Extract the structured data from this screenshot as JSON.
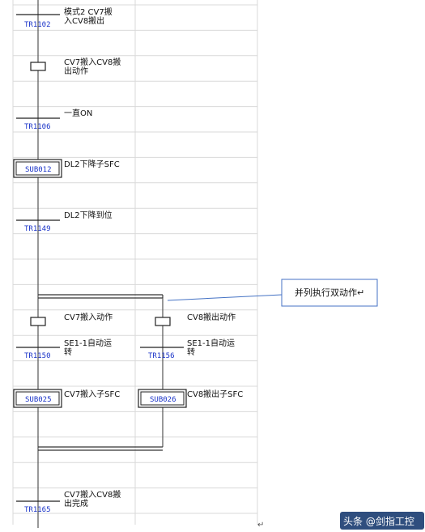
{
  "top_transition": {
    "id": "TR1102",
    "label_lines": [
      "模式2 CV7搬",
      "入CV8搬出"
    ]
  },
  "step1": {
    "label_lines": [
      "CV7搬入CV8搬",
      "出动作"
    ]
  },
  "tr_1106": {
    "id": "TR1106",
    "label_lines": [
      "一直ON"
    ]
  },
  "sub_012": {
    "id": "SUB012",
    "label_lines": [
      "DL2下降子SFC"
    ]
  },
  "tr_1149": {
    "id": "TR1149",
    "label_lines": [
      "DL2下降到位"
    ]
  },
  "callout": {
    "text": "并列执行双动作↵"
  },
  "left_branch": {
    "step": {
      "label_lines": [
        "CV7搬入动作"
      ]
    },
    "transition": {
      "id": "TR1150",
      "label_lines": [
        "SE1-1自动运",
        "转"
      ]
    },
    "sub": {
      "id": "SUB025",
      "label_lines": [
        "CV7搬入子SFC"
      ]
    }
  },
  "right_branch": {
    "step": {
      "label_lines": [
        "CV8搬出动作"
      ]
    },
    "transition": {
      "id": "TR1156",
      "label_lines": [
        "SE1-1自动运",
        "转"
      ]
    },
    "sub": {
      "id": "SUB026",
      "label_lines": [
        "CV8搬出子SFC"
      ]
    }
  },
  "bottom_transition": {
    "id": "TR1165",
    "label_lines": [
      "CV7搬入CV8搬",
      "出完成"
    ]
  },
  "watermark": {
    "text": "头条 @剑指工控"
  },
  "end_mark": "↵"
}
